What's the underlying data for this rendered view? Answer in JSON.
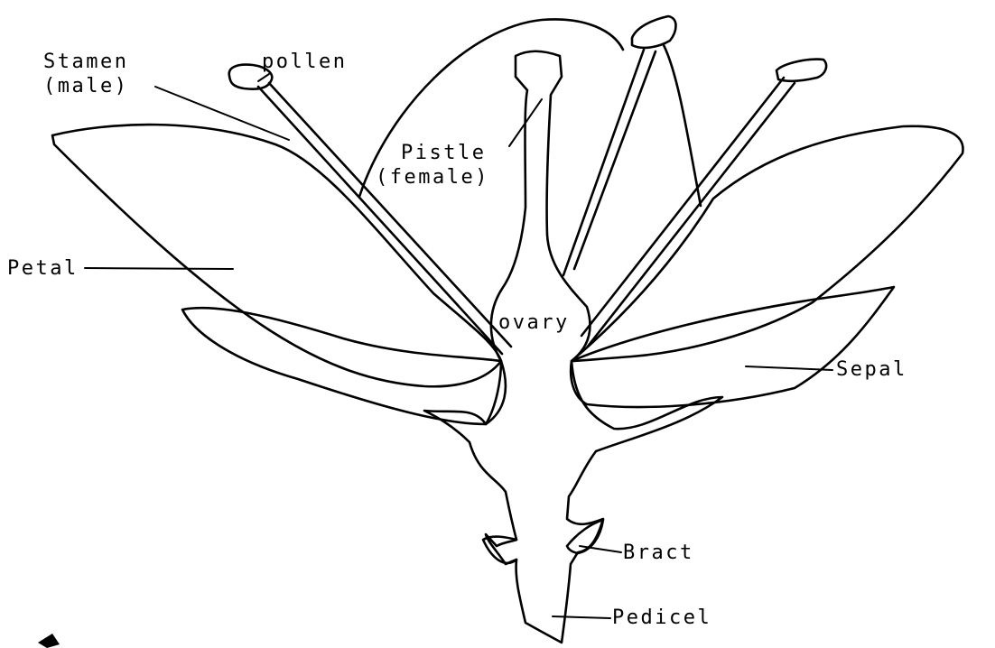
{
  "labels": {
    "stamen": "Stamen",
    "stamen_sub": "(male)",
    "pollen": "pollen",
    "pistle": "Pistle",
    "pistle_sub": "(female)",
    "petal": "Petal",
    "ovary": "ovary",
    "sepal": "Sepal",
    "bract": "Bract",
    "pedicel": "Pedicel"
  }
}
